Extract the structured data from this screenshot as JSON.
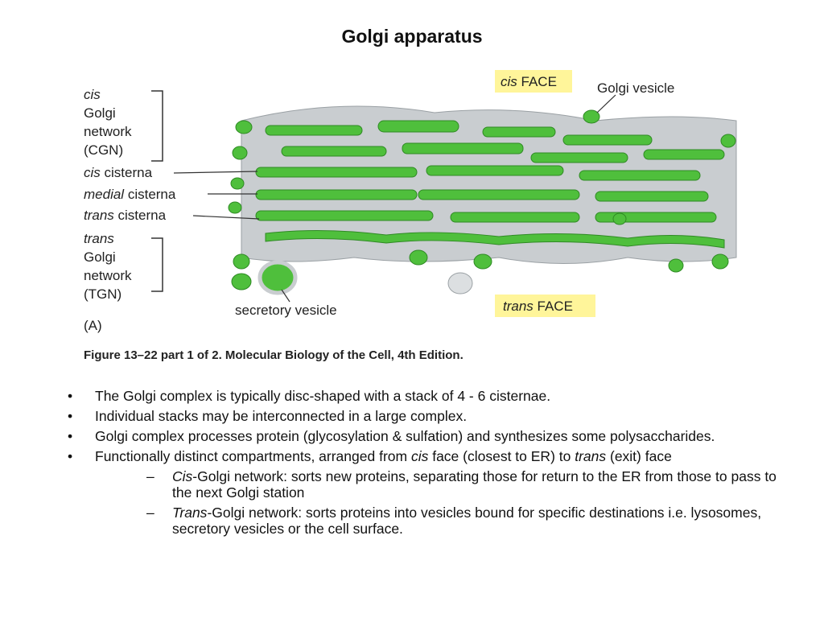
{
  "slide": {
    "title": "Golgi apparatus"
  },
  "figure": {
    "labels": {
      "cgn": [
        "cis",
        "Golgi",
        "network",
        "(CGN)"
      ],
      "cis_cisterna": {
        "prefix": "cis",
        "rest": " cisterna"
      },
      "medial_cisterna": {
        "prefix": "medial",
        "rest": " cisterna"
      },
      "trans_cisterna": {
        "prefix": "trans",
        "rest": " cisterna"
      },
      "tgn": [
        "trans",
        "Golgi",
        "network",
        "(TGN)"
      ],
      "secretory_vesicle": "secretory vesicle",
      "panel": "(A)",
      "golgi_vesicle": "Golgi vesicle",
      "cis_face": {
        "prefix": "cis",
        "rest": " FACE"
      },
      "trans_face": {
        "prefix": "trans",
        "rest": " FACE"
      }
    },
    "caption": "Figure 13–22 part 1 of 2. Molecular Biology of the Cell, 4th Edition.",
    "colors": {
      "lumen": "#4fbf3c",
      "membrane": "#c9cdd0",
      "highlight": "#fff59a"
    }
  },
  "bullets": [
    {
      "text": "The Golgi complex is typically disc-shaped with a stack of 4 - 6 cisternae."
    },
    {
      "text": "Individual stacks may be interconnected in a large complex."
    },
    {
      "text": "Golgi complex processes protein (glycosylation & sulfation) and synthesizes some polysaccharides."
    },
    {
      "p1": "Functionally distinct compartments, arranged from ",
      "i1": "cis",
      "p2": " face (closest to ER) to ",
      "i2": "trans",
      "p3": " (exit) face"
    }
  ],
  "sub_bullets": [
    {
      "i": "Cis",
      "t": "-Golgi network: sorts new proteins, separating those for return to the ER from those to pass to the next Golgi station"
    },
    {
      "i": "Trans",
      "t": "-Golgi network: sorts proteins into vesicles bound for specific destinations i.e. lysosomes, secretory vesicles or the cell surface."
    }
  ]
}
